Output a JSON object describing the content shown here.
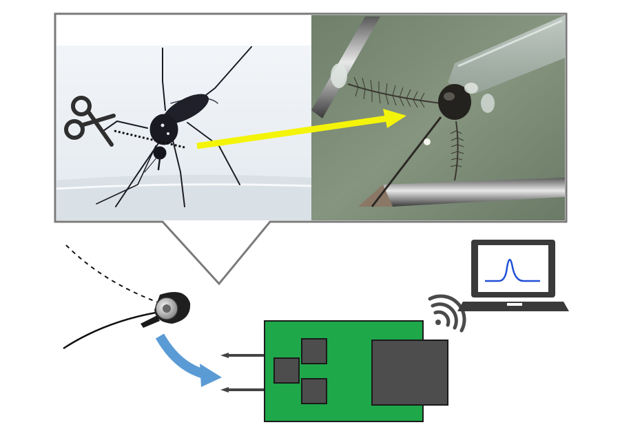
{
  "figure": {
    "panels": [
      {
        "name": "mosquito-photo",
        "depicts": "mosquito"
      },
      {
        "name": "antenna-electrode-photo",
        "depicts": "antenna-between-electrodes"
      }
    ],
    "icons": [
      "scissors-icon",
      "mosquito-icon",
      "cut-line",
      "arrow-icon",
      "sensor-icon",
      "circuit-board-icon",
      "wifi-icon",
      "laptop-icon",
      "signal-peak-icon"
    ],
    "colors": {
      "frame": "#7a7a7a",
      "arrow_yellow": "#f4f40a",
      "arrow_blue": "#5b9bd5",
      "board_green": "#1ea84a",
      "chip_gray": "#4d4d4d",
      "signal_blue": "#1f4fd8",
      "laptop_dark": "#3a3a3a"
    }
  }
}
